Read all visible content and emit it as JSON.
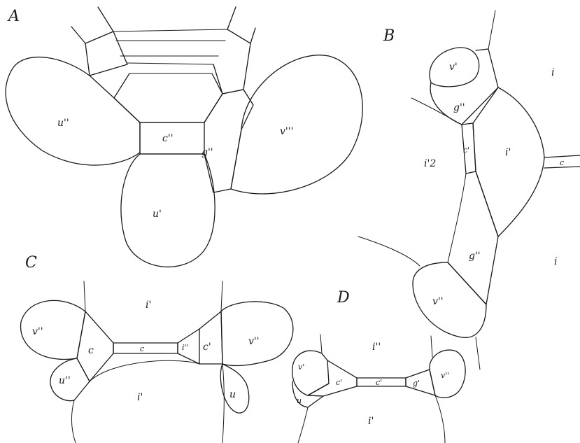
{
  "panels": {
    "A": {
      "letter": "A",
      "labels": {
        "u_left": "u''",
        "c": "c''",
        "g": "g''",
        "v": "v'''",
        "u_bottom": "u'"
      }
    },
    "B": {
      "letter": "B",
      "labels": {
        "v_top": "v'",
        "g_top": "g''",
        "i_top": "i",
        "c_mid": "c'",
        "i_right": "i'",
        "c_right": "c",
        "i_left": "i'2",
        "g_bottom": "g''",
        "i_bottom": "i",
        "v_bottom": "v''"
      }
    },
    "C": {
      "letter": "C",
      "labels": {
        "i_top": "i'",
        "v_left": "v''",
        "c_left": "c",
        "c_mid": "c",
        "i_small": "i''",
        "c_right": "c'",
        "v_right": "v''",
        "u_left": "u''",
        "i_bottom": "i'",
        "u_right": "u"
      }
    },
    "D": {
      "letter": "D",
      "labels": {
        "i_top": "i''",
        "v_left": "v'",
        "c_left": "c'",
        "c_mid": "c'",
        "g_right": "g'",
        "v_right": "v''",
        "u_left": "u",
        "i_bottom": "i'"
      }
    }
  },
  "colors": {
    "ink": "#1a1a1a",
    "paper": "#ffffff"
  }
}
